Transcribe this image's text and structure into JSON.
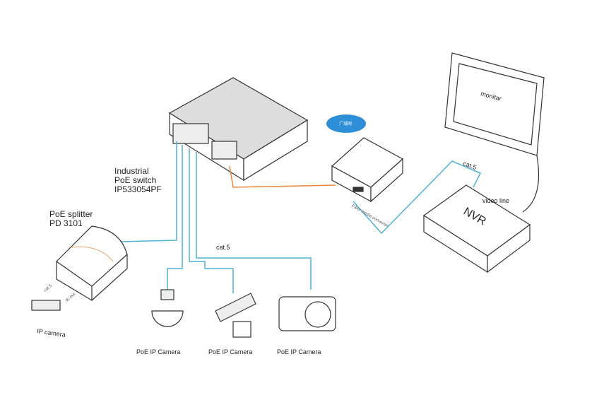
{
  "labels": {
    "switch_line1": "Industrial",
    "switch_line2": "PoE switch",
    "switch_line3": "IP533054PF",
    "splitter_line1": "PoE splitter",
    "splitter_line2": "PD 3101",
    "ip_camera": "IP camera",
    "splitter_cat5": "cat.5",
    "dc_out": "dc out",
    "cat5_main": "cat.5",
    "cat5_nvr": "cat.5",
    "video_line": "video line",
    "nvr": "NVR",
    "monitor": "monitar",
    "fiber": "Fiber media converter",
    "cloud": "广域网",
    "cam1": "PoE IP Camera",
    "cam2": "PoE IP Camera",
    "cam3": "PoE IP Camera"
  },
  "colors": {
    "cable_blue": "#4fb3d3",
    "cable_orange": "#e8853a",
    "cloud": "#2e8fd8"
  }
}
